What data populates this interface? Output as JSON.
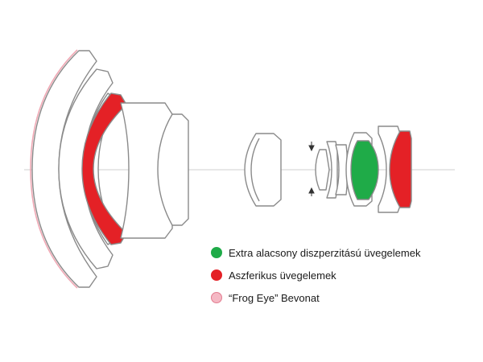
{
  "diagram": {
    "colors": {
      "ed": "#1fab48",
      "aspherical": "#e42126",
      "frog_eye": "#f5b8c4"
    }
  },
  "legend": {
    "items": [
      {
        "label": "Extra alacsony diszperzitású üvegelemek",
        "color": "#1fab48",
        "border": "#1fab48"
      },
      {
        "label": "Aszferikus üvegelemek",
        "color": "#e42126",
        "border": "#e42126"
      },
      {
        "label": "“Frog Eye” Bevonat",
        "color": "#f5b8c4",
        "border": "#e27d90"
      }
    ]
  }
}
